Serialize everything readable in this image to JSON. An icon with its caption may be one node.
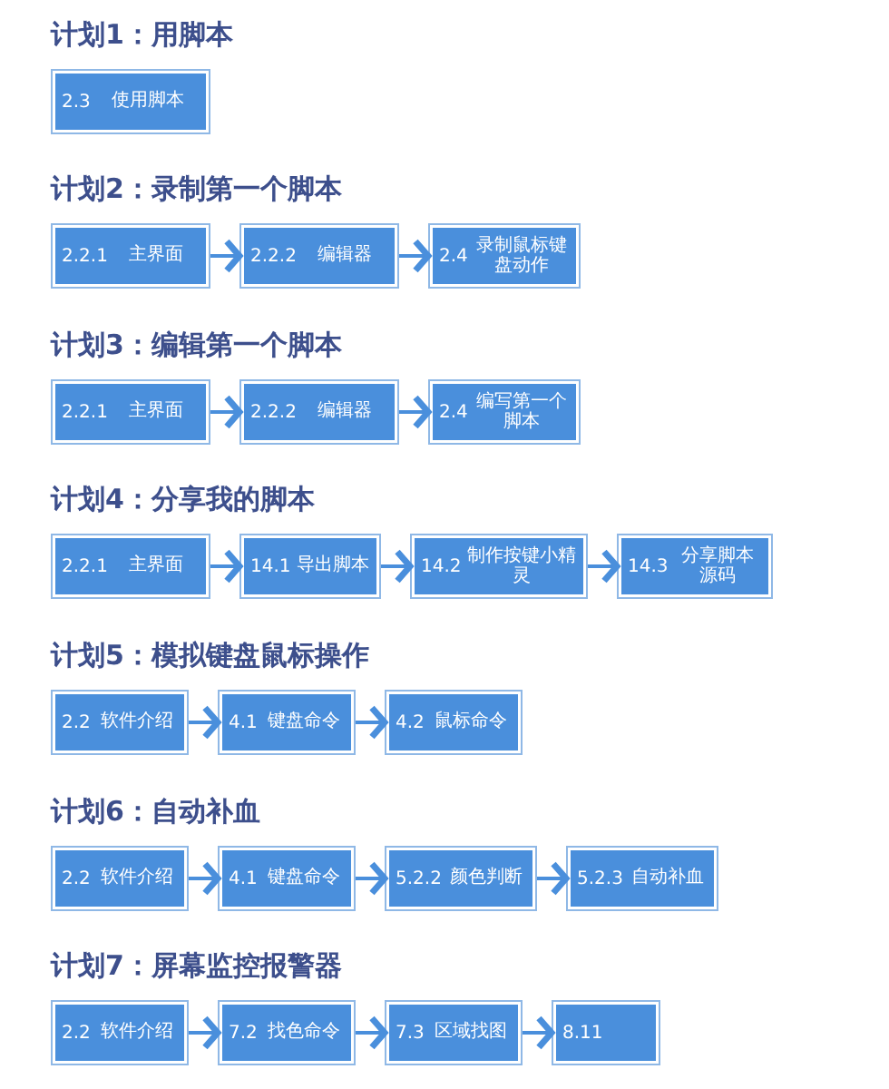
{
  "diagram": {
    "nodes": [
      {
        "text": [
          "2.3",
          "使用脚本"
        ]
      },
      {
        "text": [
          "2.2.1",
          "主界面"
        ]
      },
      {
        "text": [
          "2.2.2",
          "编辑器"
        ]
      },
      {
        "text": [
          "2.4",
          "录制鼠标键盘动作"
        ]
      },
      {
        "text": [
          "2.2.1",
          "主界面"
        ]
      },
      {
        "text": [
          "2.2.2",
          "编辑器"
        ]
      },
      {
        "text": [
          "2.4",
          "编写第一个脚本"
        ]
      },
      {
        "text": [
          "2.2.1",
          "主界面"
        ]
      },
      {
        "text": [
          "14.1",
          "导出脚本"
        ]
      },
      {
        "text": [
          "14.2",
          "制作按键小精灵"
        ]
      },
      {
        "text": [
          "14.3",
          "分享脚本源码"
        ]
      },
      {
        "text": [
          "2.2",
          "软件介绍"
        ]
      },
      {
        "text": [
          "4.1",
          "键盘命令"
        ]
      },
      {
        "text": [
          "4.2",
          "鼠标命令"
        ]
      },
      {
        "text": [
          "2.2",
          "软件介绍"
        ]
      },
      {
        "text": [
          "4.1",
          "键盘命令"
        ]
      },
      {
        "text": [
          "5.2.2",
          "颜色判断"
        ]
      },
      {
        "text": [
          "5.2.3",
          "自动补血"
        ]
      },
      {
        "text": [
          "2.2",
          "软件介绍"
        ]
      },
      {
        "text": [
          "7.2",
          "找色命令"
        ]
      },
      {
        "text": [
          "7.3",
          "区域找图"
        ]
      },
      {
        "text": [
          "8.11"
        ]
      }
    ],
    "edges": [
      {
        "from": 1,
        "to": 2,
        "arrow": "to"
      },
      {
        "from": 2,
        "to": 3,
        "arrow": "to"
      },
      {
        "from": 4,
        "to": 5,
        "arrow": "to"
      },
      {
        "from": 5,
        "to": 6,
        "arrow": "to"
      },
      {
        "from": 7,
        "to": 8,
        "arrow": "to"
      },
      {
        "from": 8,
        "to": 9,
        "arrow": "to"
      },
      {
        "from": 9,
        "to": 10,
        "arrow": "to"
      },
      {
        "from": 11,
        "to": 12,
        "arrow": "to"
      },
      {
        "from": 12,
        "to": 13,
        "arrow": "to"
      },
      {
        "from": 14,
        "to": 15,
        "arrow": "to"
      },
      {
        "from": 15,
        "to": 16,
        "arrow": "to"
      },
      {
        "from": 16,
        "to": 17,
        "arrow": "to"
      },
      {
        "from": 18,
        "to": 19,
        "arrow": "to"
      },
      {
        "from": 19,
        "to": 20,
        "arrow": "to"
      },
      {
        "from": 20,
        "to": 21,
        "arrow": "to"
      }
    ],
    "labels": [
      "计划1：用脚本",
      "计划2：录制第一个脚本",
      "计划3：编辑第一个脚本",
      "计划4：分享我的脚本",
      "计划5：模拟键盘鼠标操作",
      "计划6：自动补血",
      "计划7：屏幕监控报警器"
    ]
  }
}
